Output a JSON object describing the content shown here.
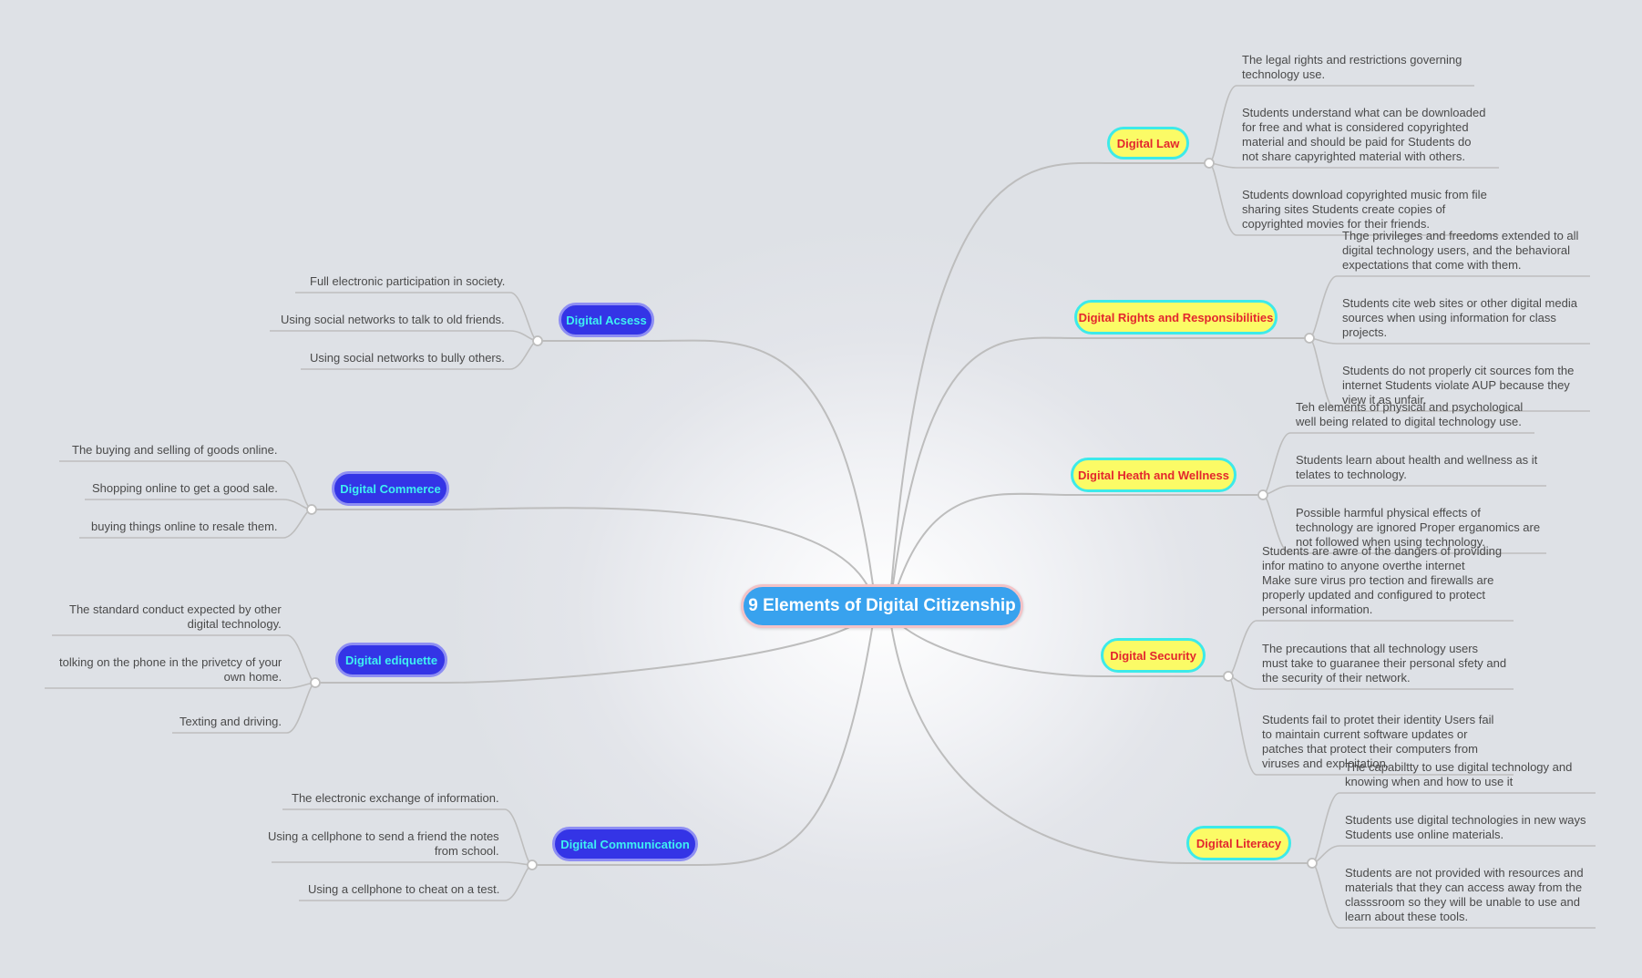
{
  "colors": {
    "line": "#bdbdbd",
    "root_fill": "#38a2ee",
    "right_topic_fill": "#fbfb66",
    "right_topic_text": "#e3262e",
    "left_topic_fill": "#3434e6",
    "left_topic_text": "#3ef0f2"
  },
  "root": {
    "label": "9 Elements of Digital Citizenship"
  },
  "right_branches": [
    {
      "label": "Digital Law",
      "children": [
        "The legal rights and restrictions governing\ntechnology use.",
        "Students understand what can be downloaded\nfor free and what is considered copyrighted\nmaterial and should be paid for Students do\nnot share capyrighted material with others.",
        "Students download copyrighted music from file\nsharing sites Students create copies of\ncopyrighted movies for their friends."
      ]
    },
    {
      "label": "Digital Rights and Responsibilities",
      "children": [
        "Thge privileges and freedoms extended to all\ndigital technology users, and the behavioral\nexpectations that come with them.",
        "Students cite web sites or other digital media\nsources when using information for class\nprojects.",
        "Students do not properly cit sources fom the\ninternet Students violate AUP because they\nview it as unfair."
      ]
    },
    {
      "label": "Digital Heath and Wellness",
      "children": [
        "Teh elements of physical and psychological\nwell being related to digital technology use.",
        "Students learn about health and wellness as it\ntelates to technology.",
        "Possible harmful physical effects of\ntechnology are ignored Proper erganomics are\nnot followed when using technology."
      ]
    },
    {
      "label": "Digital Security",
      "children": [
        "Students are awre of the dangers of providing\n infor matino to anyone overthe internet\nMake sure virus pro tection and firewalls are\nproperly updated and configured to protect\npersonal information.",
        "The precautions that all technology users\nmust take to guaranee their personal sfety and\nthe security of their network.",
        "Students fail to protet their identity Users fail\nto maintain current software updates or\npatches that protect their computers from\nviruses and exploitation."
      ]
    },
    {
      "label": "Digital Literacy",
      "children": [
        "The capabiltty to use digital technology and\nknowing when and how to use it",
        "Students use digital technologies in new ways\nStudents use online materials.",
        "Students are not provided with resources and\nmaterials that they can access away from the\nclasssroom so they will be unable to use and\nlearn about these tools."
      ]
    }
  ],
  "left_branches": [
    {
      "label": "Digital Acsess",
      "children": [
        "Full electronic participation in society.",
        "Using social networks to talk to old friends.",
        "Using social networks to bully others."
      ]
    },
    {
      "label": "Digital Commerce",
      "children": [
        "The buying and selling of goods online.",
        "Shopping online to get a good sale.",
        "buying things online to resale them."
      ]
    },
    {
      "label": "Digital ediquette",
      "children": [
        "The standard conduct expected by other\ndigital technology.",
        "tolking on the phone in the privetcy of your\nown home.",
        "Texting and driving."
      ]
    },
    {
      "label": "Digital Communication",
      "children": [
        "The electronic exchange of information.",
        "Using a cellphone to send a friend the notes\nfrom school.",
        "Using a cellphone to cheat on a test."
      ]
    }
  ]
}
